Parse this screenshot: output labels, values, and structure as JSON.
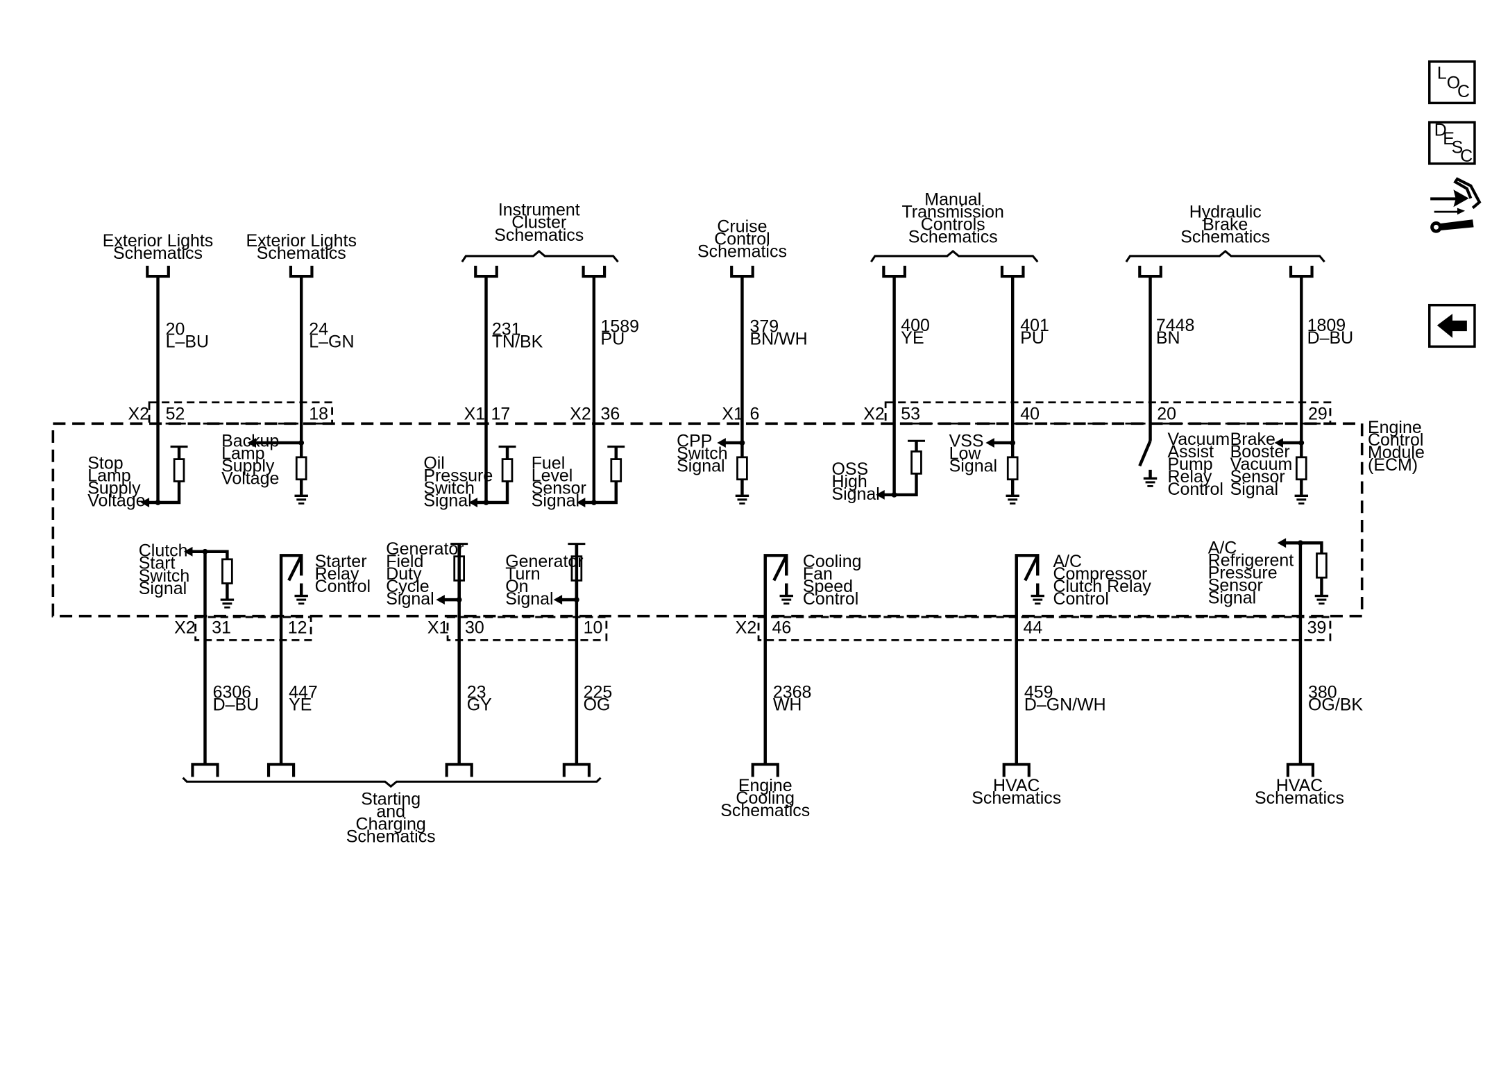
{
  "module": {
    "line1": "Engine",
    "line2": "Control",
    "line3": "Module",
    "line4": "(ECM)"
  },
  "side_buttons": {
    "loc": {
      "l1": "L",
      "l2": "O",
      "l3": "C"
    },
    "desc": {
      "l1": "D",
      "l2": "E",
      "l3": "S",
      "l4": "C"
    }
  },
  "destinations": {
    "ext_lights_1": {
      "l1": "Exterior Lights",
      "l2": "Schematics"
    },
    "ext_lights_2": {
      "l1": "Exterior Lights",
      "l2": "Schematics"
    },
    "instrument_cluster": {
      "l1": "Instrument",
      "l2": "Cluster",
      "l3": "Schematics"
    },
    "cruise_control": {
      "l1": "Cruise",
      "l2": "Control",
      "l3": "Schematics"
    },
    "manual_trans": {
      "l1": "Manual",
      "l2": "Transmission",
      "l3": "Controls",
      "l4": "Schematics"
    },
    "hydraulic_brake": {
      "l1": "Hydraulic",
      "l2": "Brake",
      "l3": "Schematics"
    },
    "starting_charging": {
      "l1": "Starting",
      "l2": "and",
      "l3": "Charging",
      "l4": "Schematics"
    },
    "engine_cooling": {
      "l1": "Engine",
      "l2": "Cooling",
      "l3": "Schematics"
    },
    "hvac_1": {
      "l1": "HVAC",
      "l2": "Schematics"
    },
    "hvac_2": {
      "l1": "HVAC",
      "l2": "Schematics"
    }
  },
  "wires": {
    "w20": {
      "circuit": "20",
      "color": "L–BU"
    },
    "w24": {
      "circuit": "24",
      "color": "L–GN"
    },
    "w231": {
      "circuit": "231",
      "color": "TN/BK"
    },
    "w1589": {
      "circuit": "1589",
      "color": "PU"
    },
    "w379": {
      "circuit": "379",
      "color": "BN/WH"
    },
    "w400": {
      "circuit": "400",
      "color": "YE"
    },
    "w401": {
      "circuit": "401",
      "color": "PU"
    },
    "w7448": {
      "circuit": "7448",
      "color": "BN"
    },
    "w1809": {
      "circuit": "1809",
      "color": "D–BU"
    },
    "w6306": {
      "circuit": "6306",
      "color": "D–BU"
    },
    "w447": {
      "circuit": "447",
      "color": "YE"
    },
    "w23": {
      "circuit": "23",
      "color": "GY"
    },
    "w225": {
      "circuit": "225",
      "color": "OG"
    },
    "w2368": {
      "circuit": "2368",
      "color": "WH"
    },
    "w459": {
      "circuit": "459",
      "color": "D–GN/WH"
    },
    "w380": {
      "circuit": "380",
      "color": "OG/BK"
    }
  },
  "connectors": {
    "top": [
      {
        "conn": "X2",
        "pin": "52"
      },
      {
        "pin": "18"
      },
      {
        "conn": "X1",
        "pin": "17"
      },
      {
        "conn": "X2",
        "pin": "36"
      },
      {
        "conn": "X1",
        "pin": "6"
      },
      {
        "conn": "X2",
        "pin": "53"
      },
      {
        "pin": "40"
      },
      {
        "pin": "20"
      },
      {
        "pin": "29"
      }
    ],
    "bottom": [
      {
        "conn": "X2",
        "pin": "31"
      },
      {
        "pin": "12"
      },
      {
        "conn": "X1",
        "pin": "30"
      },
      {
        "pin": "10"
      },
      {
        "conn": "X2",
        "pin": "46"
      },
      {
        "pin": "44"
      },
      {
        "pin": "39"
      }
    ]
  },
  "signals": {
    "stop_lamp": {
      "l1": "Stop",
      "l2": "Lamp",
      "l3": "Supply",
      "l4": "Voltage"
    },
    "backup_lamp": {
      "l1": "Backup",
      "l2": "Lamp",
      "l3": "Supply",
      "l4": "Voltage"
    },
    "oil_pressure": {
      "l1": "Oil",
      "l2": "Pressure",
      "l3": "Switch",
      "l4": "Signal"
    },
    "fuel_level": {
      "l1": "Fuel",
      "l2": "Level",
      "l3": "Sensor",
      "l4": "Signal"
    },
    "cpp_switch": {
      "l1": "CPP",
      "l2": "Switch",
      "l3": "Signal"
    },
    "oss": {
      "l1": "OSS",
      "l2": "High",
      "l3": "Signal"
    },
    "vss": {
      "l1": "VSS",
      "l2": "Low",
      "l3": "Signal"
    },
    "vacuum_pump": {
      "l1": "Vacuum",
      "l2": "Assist",
      "l3": "Pump",
      "l4": "Relay",
      "l5": "Control"
    },
    "brake_booster": {
      "l1": "Brake",
      "l2": "Booster",
      "l3": "Vacuum",
      "l4": "Sensor",
      "l5": "Signal"
    },
    "clutch_start": {
      "l1": "Clutch",
      "l2": "Start",
      "l3": "Switch",
      "l4": "Signal"
    },
    "starter_relay": {
      "l1": "Starter",
      "l2": "Relay",
      "l3": "Control"
    },
    "gen_field": {
      "l1": "Generator",
      "l2": "Field",
      "l3": "Duty",
      "l4": "Cycle",
      "l5": "Signal"
    },
    "gen_turn_on": {
      "l1": "Generator",
      "l2": "Turn",
      "l3": "On",
      "l4": "Signal"
    },
    "cooling_fan": {
      "l1": "Cooling",
      "l2": "Fan",
      "l3": "Speed",
      "l4": "Control"
    },
    "ac_clutch": {
      "l1": "A/C",
      "l2": "Compressor",
      "l3": "Clutch Relay",
      "l4": "Control"
    },
    "ac_pressure": {
      "l1": "A/C",
      "l2": "Refrigerent",
      "l3": "Pressure",
      "l4": "Sensor",
      "l5": "Signal"
    }
  },
  "icons": {
    "loc": "loc-icon",
    "desc": "desc-icon",
    "connector_view": "connector-wrench-icon",
    "back": "back-arrow-icon"
  }
}
